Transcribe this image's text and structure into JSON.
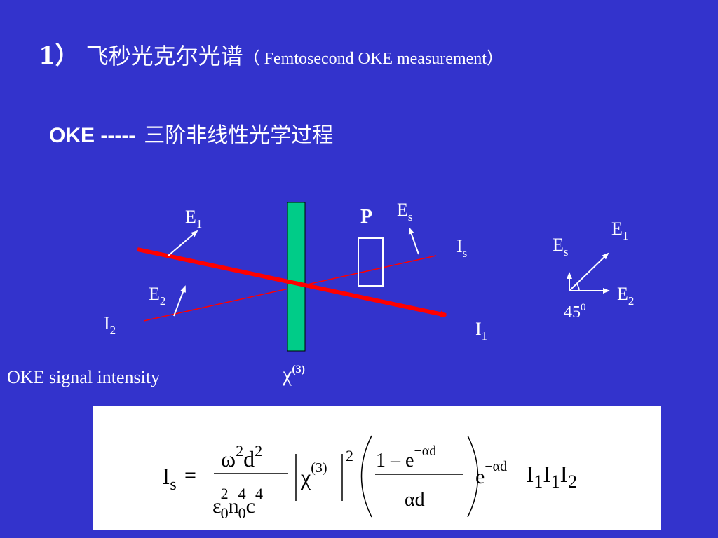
{
  "title": {
    "number": "1）",
    "chinese": "飞秒光克尔光谱",
    "english": "（ Femtosecond OKE measurement）"
  },
  "subtitle": {
    "oke": "OKE -----",
    "chinese": "三阶非线性光学过程"
  },
  "diagram": {
    "e1": "E",
    "e1_sub": "1",
    "e2": "E",
    "e2_sub": "2",
    "es": "E",
    "es_sub": "s",
    "polarizer": "P",
    "is": "I",
    "is_sub": "s",
    "i1": "I",
    "i1_sub": "1",
    "i2": "I",
    "i2_sub": "2",
    "chi": "χ",
    "chi_sup": "(3)",
    "vec_e1": "E",
    "vec_e1_sub": "1",
    "vec_es": "E",
    "vec_es_sub": "s",
    "vec_e2": "E",
    "vec_e2_sub": "2",
    "angle": "45",
    "angle_sup": "0",
    "colors": {
      "pump_beam": "#ff0000",
      "sample": "#00cc88",
      "background": "#3333cc"
    }
  },
  "signal_label": "OKE signal intensity",
  "formula": {
    "lhs": "I",
    "lhs_sub": "s",
    "equals": "=",
    "num_omega": "ω",
    "num_omega_exp": "2",
    "num_d": "d",
    "num_d_exp": "2",
    "den_eps": "ε",
    "den_eps_exp": "2",
    "den_eps_sub": "0",
    "den_n": "n",
    "den_n_exp": "4",
    "den_n_sub": "0",
    "den_c": "c",
    "den_c_exp": "4",
    "chi": "χ",
    "chi_sup": "(3)",
    "abs_exp": "2",
    "paren_num": "1 – e",
    "paren_num_exp": "−αd",
    "paren_den": "αd",
    "exp_base": "e",
    "exp_exp": "−αd",
    "intensities": "I",
    "i1a_sub": "1",
    "i1b_sub": "1",
    "i2_sub": "2"
  }
}
